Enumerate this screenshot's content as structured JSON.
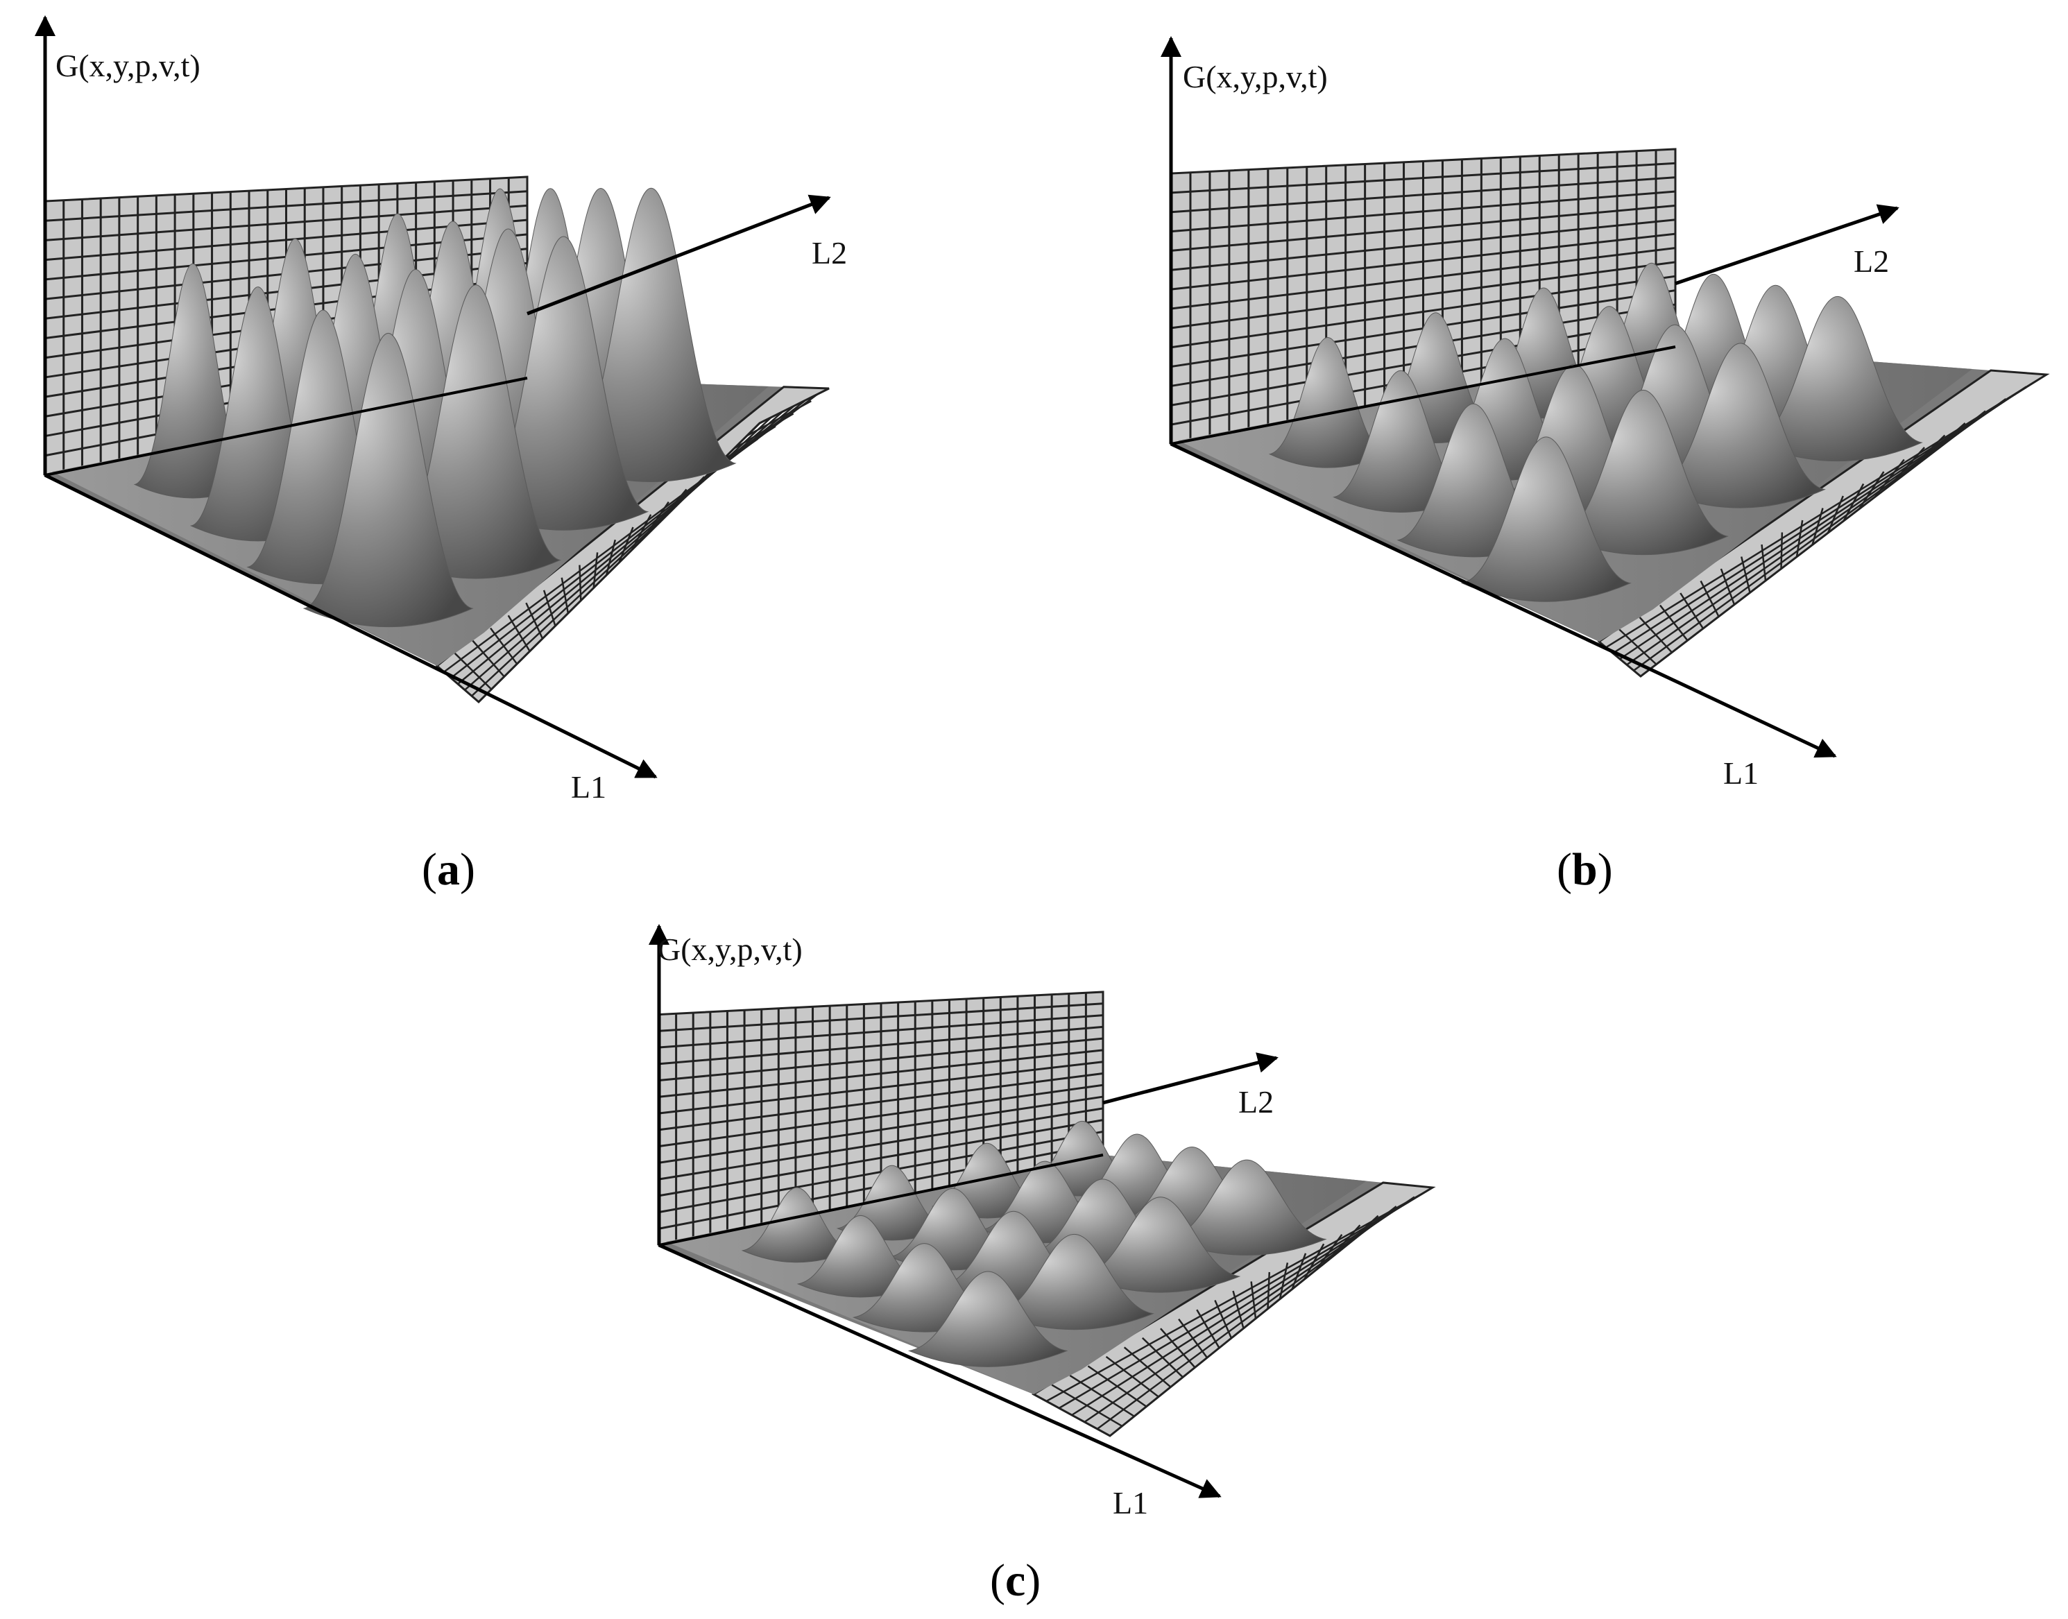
{
  "panels": [
    {
      "id": "a",
      "caption_open": "(",
      "caption_letter": "a",
      "caption_close": ")",
      "z_axis_label": "G(x,y,p,v,t)",
      "l1_label": "L1",
      "l2_label": "L2",
      "relative_peak_height": 1.0
    },
    {
      "id": "b",
      "caption_open": "(",
      "caption_letter": "b",
      "caption_close": ")",
      "z_axis_label": "G(x,y,p,v,t)",
      "l1_label": "L1",
      "l2_label": "L2",
      "relative_peak_height": 0.5
    },
    {
      "id": "c",
      "caption_open": "(",
      "caption_letter": "c",
      "caption_close": ")",
      "z_axis_label": "G(x,y,p,v,t)",
      "l1_label": "L1",
      "l2_label": "L2",
      "relative_peak_height": 0.25
    }
  ],
  "peak_grid": {
    "rows": 4,
    "cols": 4
  },
  "colors": {
    "surface": "#8c8c8c",
    "surface_highlight": "#c4c4c4",
    "surface_shadow": "#4a4a4a",
    "grid_fill": "#c8c8c8",
    "grid_line": "#222222",
    "axis": "#000000"
  }
}
